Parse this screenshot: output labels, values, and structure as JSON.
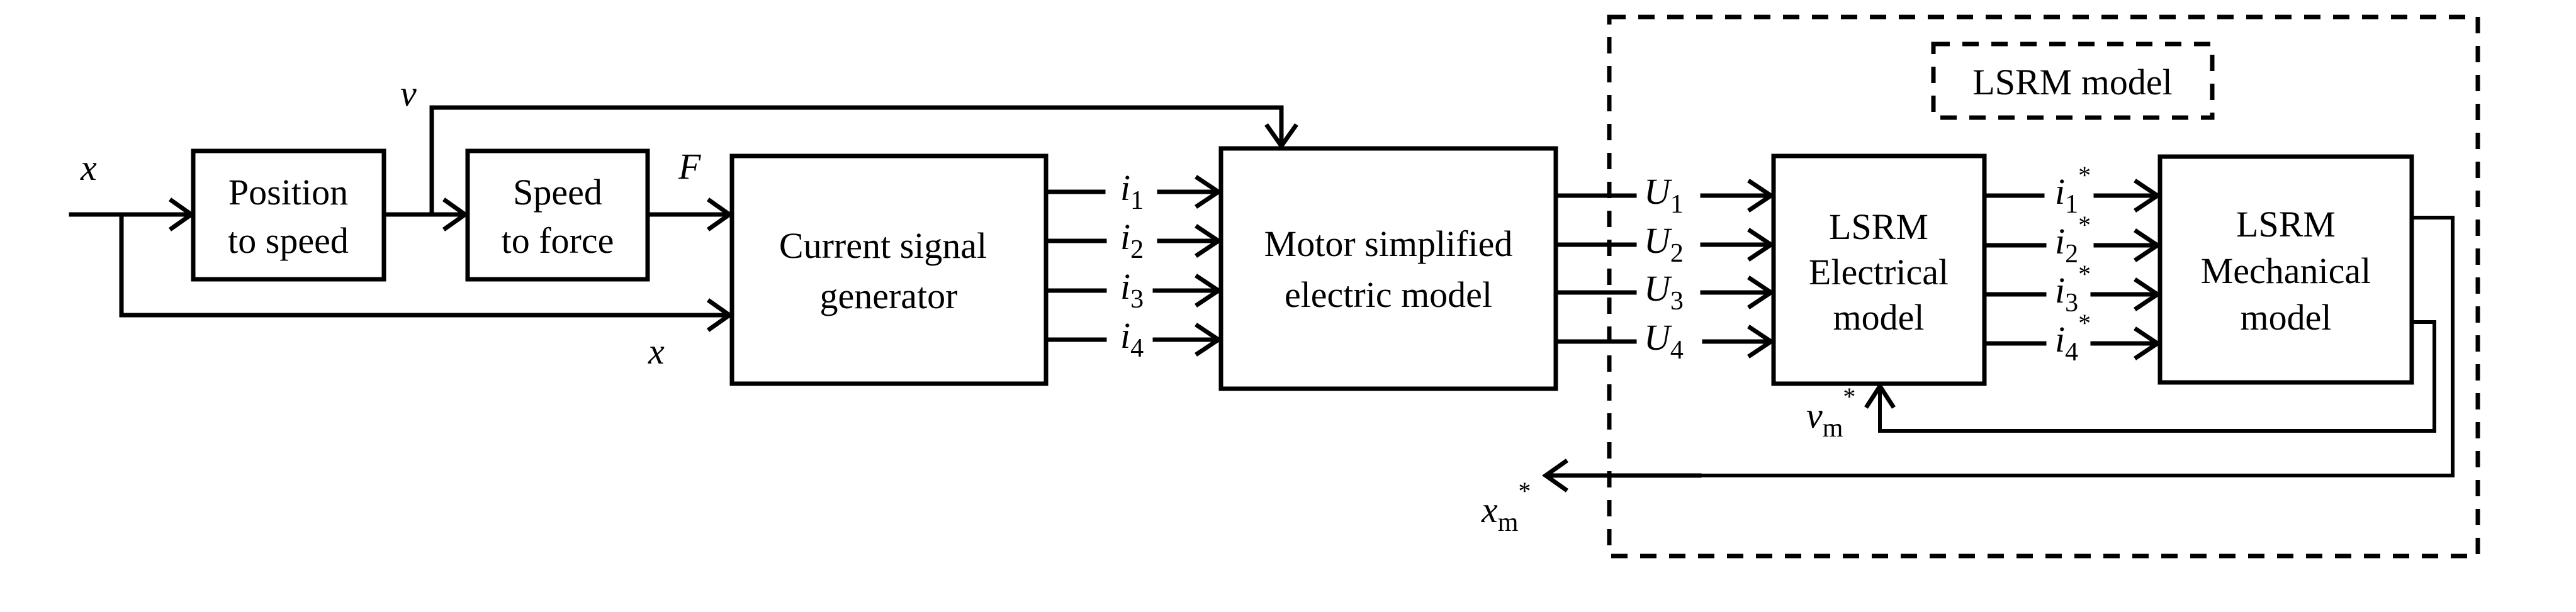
{
  "diagram": {
    "blocks": {
      "position_to_speed": [
        "Position",
        "to speed"
      ],
      "speed_to_force": [
        "Speed",
        "to force"
      ],
      "current_signal_generator": [
        "Current signal",
        "generator"
      ],
      "motor_simplified_model": [
        "Motor simplified",
        "electric model"
      ],
      "lsrm_electrical_model": [
        "LSRM",
        "Electrical",
        "model"
      ],
      "lsrm_mechanical_model": [
        "LSRM",
        "Mechanical",
        "model"
      ]
    },
    "group_label": "LSRM model",
    "signals": {
      "x_input": "x",
      "x_feed": "x",
      "v": "v",
      "F": "F",
      "currents": [
        {
          "base": "i",
          "sub": "1"
        },
        {
          "base": "i",
          "sub": "2"
        },
        {
          "base": "i",
          "sub": "3"
        },
        {
          "base": "i",
          "sub": "4"
        }
      ],
      "voltages": [
        {
          "base": "U",
          "sub": "1"
        },
        {
          "base": "U",
          "sub": "2"
        },
        {
          "base": "U",
          "sub": "3"
        },
        {
          "base": "U",
          "sub": "4"
        }
      ],
      "model_currents": [
        {
          "base": "i",
          "sub": "1",
          "sup": "*"
        },
        {
          "base": "i",
          "sub": "2",
          "sup": "*"
        },
        {
          "base": "i",
          "sub": "3",
          "sup": "*"
        },
        {
          "base": "i",
          "sub": "4",
          "sup": "*"
        }
      ],
      "vm_star": {
        "base": "v",
        "sub": "m",
        "sup": "*"
      },
      "xm_star": {
        "base": "x",
        "sub": "m",
        "sup": "*"
      }
    }
  }
}
